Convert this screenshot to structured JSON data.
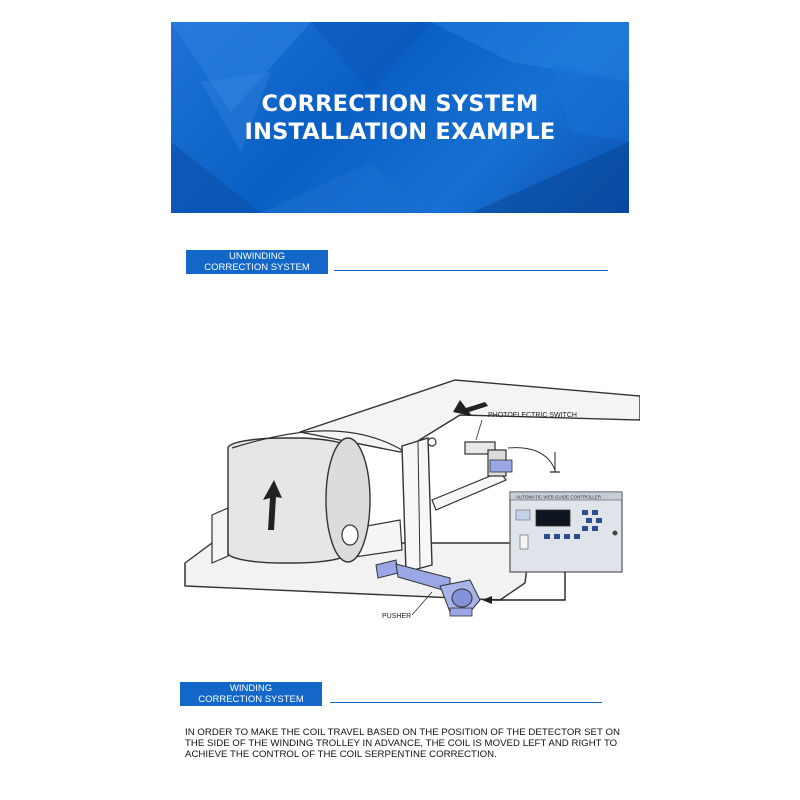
{
  "hero": {
    "title_line1": "CORRECTION SYSTEM",
    "title_line2": "INSTALLATION EXAMPLE"
  },
  "sections": {
    "unwinding": {
      "line1": "UNWINDING",
      "line2": "CORRECTION SYSTEM"
    },
    "winding": {
      "line1": "WINDING",
      "line2": "CORRECTION SYSTEM"
    }
  },
  "diagram": {
    "photoelectric_label": "PHOTOELECTRIC SWITCH",
    "pusher_label": "PUSHER",
    "controller_header": "AUTOMATIC WEB GUIDE CONTROLLER"
  },
  "caption": "IN ORDER TO MAKE THE COIL TRAVEL BASED ON THE POSITION OF THE DETECTOR SET ON THE SIDE OF THE WINDING TROLLEY IN ADVANCE, THE COIL IS MOVED LEFT AND RIGHT TO ACHIEVE THE CONTROL OF THE COIL SERPENTINE CORRECTION.",
  "colors": {
    "brand_blue": "#1367c8",
    "hero_blue": "#0a5fc4",
    "device_blue": "#9aa6e6"
  }
}
